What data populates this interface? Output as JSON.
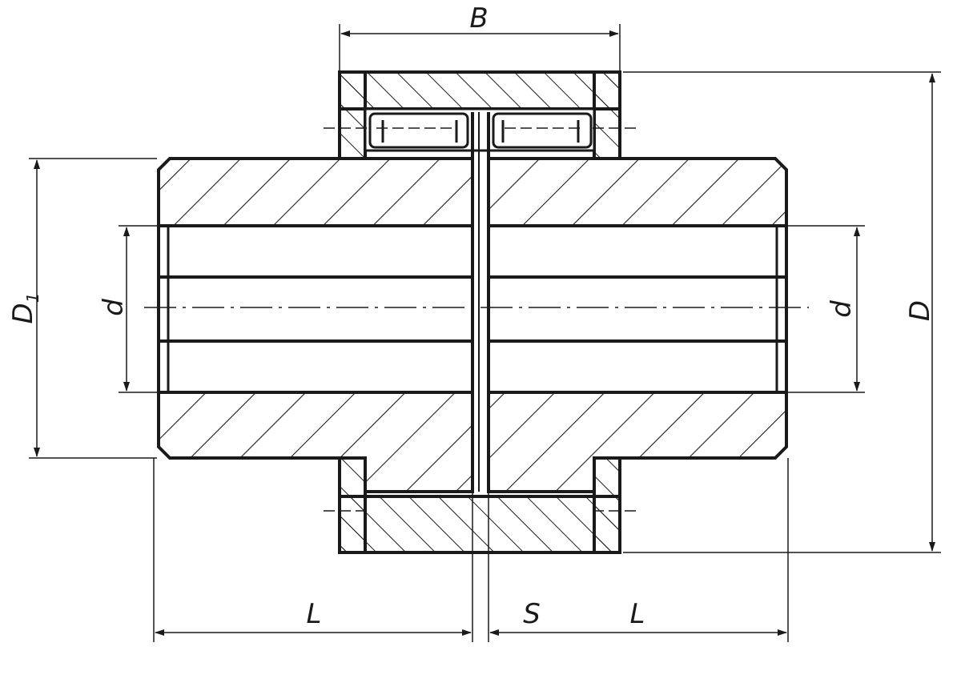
{
  "labels": {
    "B": "B",
    "D1_main": "D",
    "D1_sub": "1",
    "d_left": "d",
    "d_right": "d",
    "D": "D",
    "L_left": "L",
    "S": "S",
    "L_right": "L"
  }
}
